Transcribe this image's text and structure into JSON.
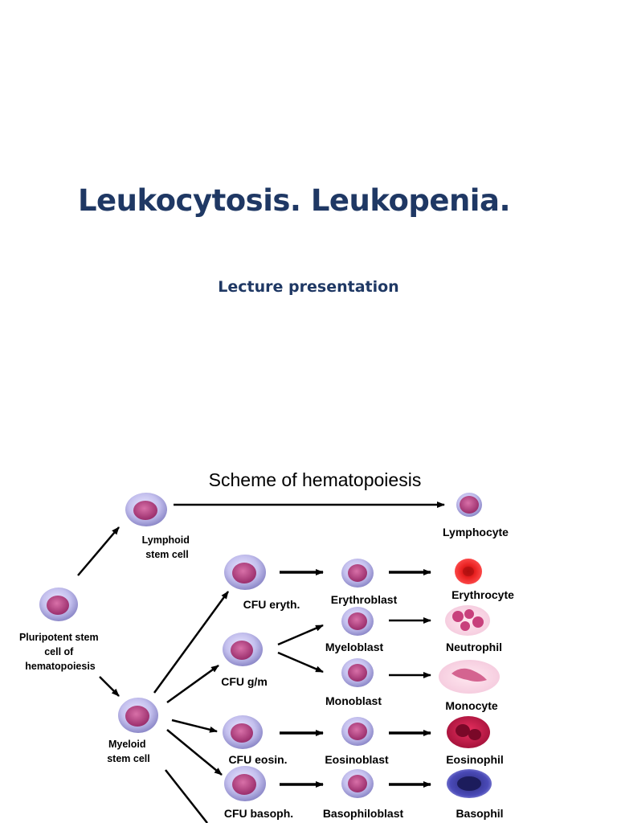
{
  "slide": {
    "title": "Leukocytosis. Leukopenia.",
    "subtitle": "Lecture presentation"
  },
  "scheme": {
    "title": "Scheme of hematopoiesis",
    "pluripotent": [
      "Pluripotent stem",
      "cell of",
      "hematopoiesis"
    ],
    "lymphoid": [
      "Lymphoid",
      "stem cell"
    ],
    "myeloid": [
      "Myeloid",
      "stem cell"
    ],
    "lymphocyte": "Lymphocyte",
    "cfu_eryth": "CFU eryth.",
    "erythroblast": "Erythroblast",
    "erythrocyte": "Erythrocyte",
    "cfu_gm": "CFU g/m",
    "myeloblast": "Myeloblast",
    "neutrophil": "Neutrophil",
    "monoblast": "Monoblast",
    "monocyte": "Monocyte",
    "cfu_eosin": "CFU eosin.",
    "eosinoblast": "Eosinoblast",
    "eosinophil": "Eosinophil",
    "cfu_basoph": "CFU basoph.",
    "basophiloblast": "Basophiloblast",
    "basophil": "Basophil"
  },
  "colors": {
    "title": "#1f3864",
    "cell_membrane": "#b8b4e6",
    "cell_nucleus": "#b0407c",
    "erythrocyte": "#e01818",
    "eosinophil": "#d21c50",
    "basophil": "#3838a8",
    "arrow": "#000000"
  }
}
